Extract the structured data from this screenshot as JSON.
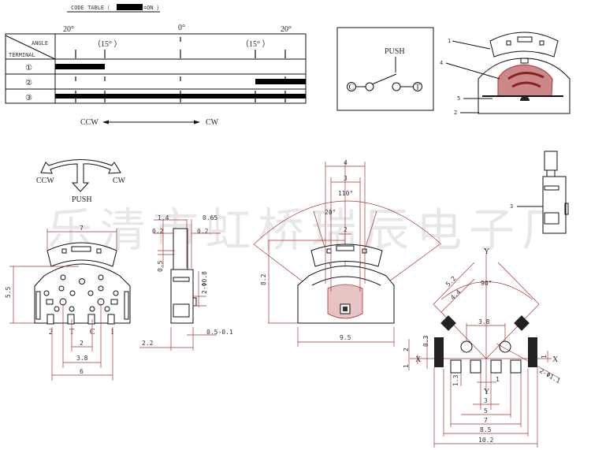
{
  "code_table": {
    "title": "CODE TABLE（",
    "legend_suffix": "=ON  ）",
    "header_angle": "ANGLE",
    "header_terminal": "TERMINAL",
    "angle_left": "20°",
    "angle_center": "0°",
    "angle_right": "20°",
    "sub_left": "（15°  ）",
    "sub_right": "（15°  ）",
    "rows": [
      {
        "label": "①",
        "on_from_deg": -20,
        "on_to_deg": -15
      },
      {
        "label": "②",
        "on_from_deg": 15,
        "on_to_deg": 20
      },
      {
        "label": "③",
        "on_from_deg": -20,
        "on_to_deg": 20
      }
    ],
    "ccw": "CCW",
    "cw": "CW"
  },
  "schematic": {
    "push": "PUSH",
    "c": "C",
    "t": "T"
  },
  "assembly_labels": [
    "1",
    "4",
    "5",
    "2",
    "3"
  ],
  "operation": {
    "ccw": "CCW",
    "cw": "CW",
    "push": "PUSH"
  },
  "front_view": {
    "dims": [
      "7",
      "5.5",
      "2",
      "3.8",
      "6"
    ],
    "pins": [
      "2",
      "T",
      "C",
      "1"
    ]
  },
  "side_view": {
    "dims": [
      "1.4",
      "0.65",
      "0.2",
      "0.2",
      "0.5",
      "2-Φ0.8",
      "0.5-0.1",
      "2.2"
    ]
  },
  "angle_view": {
    "dims": [
      "4",
      "3",
      "110°",
      "20°",
      "2",
      "8.2",
      "9.5"
    ]
  },
  "footprint": {
    "axis_y": "Y",
    "axis_x": "X",
    "dims": [
      "5.2",
      "4.4",
      "90°",
      "3.8",
      "0.3",
      "2",
      "1",
      "1",
      "2-Φ1.1",
      "1.3",
      "1",
      "3",
      "5",
      "7",
      "8.5",
      "10.2"
    ]
  },
  "watermark": "乐清市虹桥瑞辰电子厂"
}
